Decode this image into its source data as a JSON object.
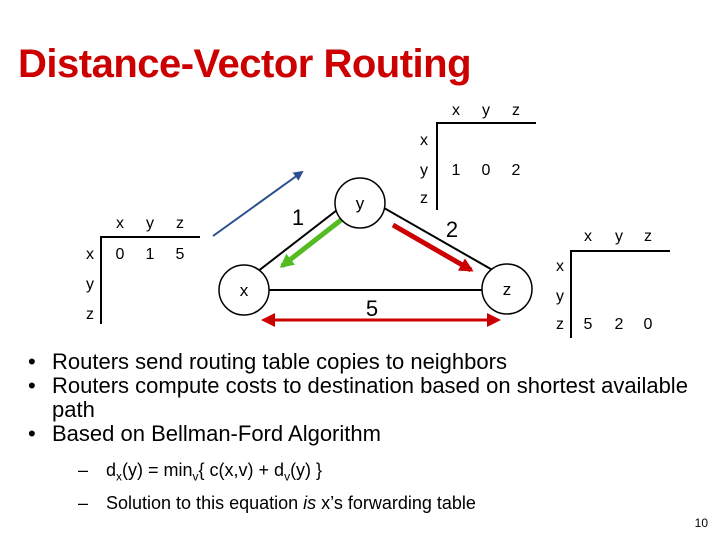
{
  "title": "Distance-Vector Routing",
  "nodes": {
    "x": "x",
    "y": "y",
    "z": "z"
  },
  "edges": {
    "xy": "1",
    "yz": "2",
    "xz": "5"
  },
  "colors": {
    "title": "#cc0000",
    "arrow_green": "#55bb22",
    "arrow_red": "#cc0000",
    "arrow_blue": "#2a4f8f"
  },
  "tables": {
    "x": {
      "headers": [
        "x",
        "y",
        "z"
      ],
      "rows": [
        {
          "label": "x",
          "cells": [
            "0",
            "1",
            "5"
          ]
        },
        {
          "label": "y",
          "cells": [
            "",
            "",
            ""
          ]
        },
        {
          "label": "z",
          "cells": [
            "",
            "",
            ""
          ]
        }
      ]
    },
    "y": {
      "headers": [
        "x",
        "y",
        "z"
      ],
      "rows": [
        {
          "label": "x",
          "cells": [
            "",
            "",
            ""
          ]
        },
        {
          "label": "y",
          "cells": [
            "1",
            "0",
            "2"
          ]
        },
        {
          "label": "z",
          "cells": [
            "",
            "",
            ""
          ]
        }
      ]
    },
    "z": {
      "headers": [
        "x",
        "y",
        "z"
      ],
      "rows": [
        {
          "label": "x",
          "cells": [
            "",
            "",
            ""
          ]
        },
        {
          "label": "y",
          "cells": [
            "",
            "",
            ""
          ]
        },
        {
          "label": "z",
          "cells": [
            "5",
            "2",
            "0"
          ]
        }
      ]
    }
  },
  "bullets": [
    "Routers send routing table copies to neighbors",
    "Routers compute costs to destination based on shortest available path",
    "Based on Bellman-Ford Algorithm"
  ],
  "formula": {
    "lhs_d": "d",
    "lhs_sub": "x",
    "lhs_arg": "(y) = min",
    "min_sub": "v",
    "rhs_open": "{ c(x,v) + d",
    "rhs_sub": "v",
    "rhs_close": "(y) }"
  },
  "solution": {
    "prefix": "Solution to this equation ",
    "emph": "is",
    "suffix": " x’s forwarding table"
  },
  "slide_number": "10"
}
